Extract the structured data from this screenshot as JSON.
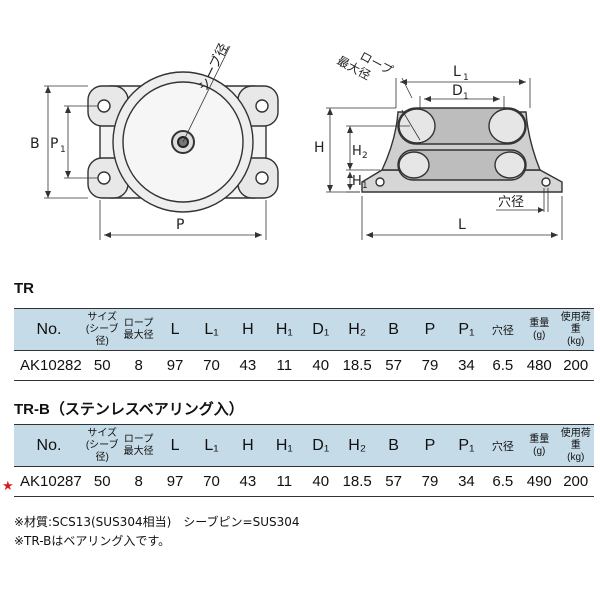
{
  "drawing": {
    "labels": {
      "sheave_diameter": "シーブ径",
      "rope_max_diameter": "ロープ\n最大径",
      "B": "B",
      "P1": "P",
      "P1_sub": "1",
      "P": "P",
      "L1": "L",
      "L1_sub": "1",
      "D1": "D",
      "D1_sub": "1",
      "H": "H",
      "H2": "H",
      "H2_sub": "2",
      "H1": "H",
      "H1_sub": "1",
      "hole_diameter": "穴径",
      "L": "L"
    }
  },
  "tables": [
    {
      "title": "TR",
      "headers": [
        {
          "main": "No.",
          "small": false
        },
        {
          "main": "サイズ\n(シーブ径)",
          "small": true
        },
        {
          "main": "ロープ\n最大径",
          "small": true
        },
        {
          "main": "L",
          "small": false
        },
        {
          "main": "L₁",
          "small": false
        },
        {
          "main": "H",
          "small": false
        },
        {
          "main": "H₁",
          "small": false
        },
        {
          "main": "D₁",
          "small": false
        },
        {
          "main": "H₂",
          "small": false
        },
        {
          "main": "B",
          "small": false
        },
        {
          "main": "P",
          "small": false
        },
        {
          "main": "P₁",
          "small": false
        },
        {
          "main": "穴径",
          "small": "sm"
        },
        {
          "main": "重量\n(g)",
          "small": true
        },
        {
          "main": "使用荷重\n(kg)",
          "small": true
        }
      ],
      "rows": [
        [
          "AK10282",
          "50",
          "8",
          "97",
          "70",
          "43",
          "11",
          "40",
          "18.5",
          "57",
          "79",
          "34",
          "6.5",
          "480",
          "200"
        ]
      ]
    },
    {
      "title": "TR-B（ステンレスベアリング入）",
      "headers": [
        {
          "main": "No.",
          "small": false
        },
        {
          "main": "サイズ\n(シーブ径)",
          "small": true
        },
        {
          "main": "ロープ\n最大径",
          "small": true
        },
        {
          "main": "L",
          "small": false
        },
        {
          "main": "L₁",
          "small": false
        },
        {
          "main": "H",
          "small": false
        },
        {
          "main": "H₁",
          "small": false
        },
        {
          "main": "D₁",
          "small": false
        },
        {
          "main": "H₂",
          "small": false
        },
        {
          "main": "B",
          "small": false
        },
        {
          "main": "P",
          "small": false
        },
        {
          "main": "P₁",
          "small": false
        },
        {
          "main": "穴径",
          "small": "sm"
        },
        {
          "main": "重量\n(g)",
          "small": true
        },
        {
          "main": "使用荷重\n(kg)",
          "small": true
        }
      ],
      "rows": [
        [
          "AK10287",
          "50",
          "8",
          "97",
          "70",
          "43",
          "11",
          "40",
          "18.5",
          "57",
          "79",
          "34",
          "6.5",
          "490",
          "200"
        ]
      ]
    }
  ],
  "star_mark": "★",
  "notes": [
    "※材質:SCS13(SUS304相当)　シーブピン=SUS304",
    "※TR-Bはベアリング入です。"
  ],
  "colors": {
    "header_bg": "#c6dbe8",
    "star": "#d81b24"
  }
}
